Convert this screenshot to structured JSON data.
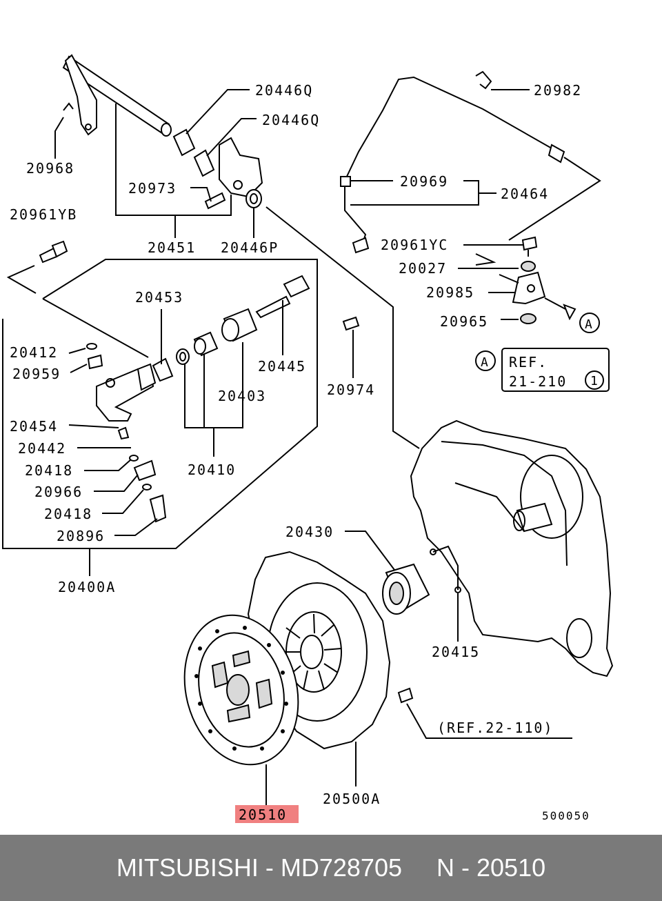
{
  "labels": {
    "p20446q_a": "20446Q",
    "p20446q_b": "20446Q",
    "p20968": "20968",
    "p20973": "20973",
    "p20961yb": "20961YB",
    "p20451": "20451",
    "p20446p": "20446P",
    "p20982": "20982",
    "p20969": "20969",
    "p20464": "20464",
    "p20961yc": "20961YC",
    "p20027": "20027",
    "p20985": "20985",
    "p20965": "20965",
    "callout_a": "A",
    "callout_a_ref": "A",
    "ref_box_line1": "REF.",
    "ref_box_line2": "21-210",
    "ref_box_num": "1",
    "p20453": "20453",
    "p20412": "20412",
    "p20959": "20959",
    "p20445": "20445",
    "p20974": "20974",
    "p20403": "20403",
    "p20454": "20454",
    "p20442": "20442",
    "p20418_a": "20418",
    "p20410": "20410",
    "p20966": "20966",
    "p20418_b": "20418",
    "p20896": "20896",
    "p20400a": "20400A",
    "p20430": "20430",
    "p20415": "20415",
    "ref_22_110": "(REF.22-110)",
    "p20500a": "20500A",
    "p20510": "20510",
    "diagram_code": "500050"
  },
  "highlight_color": "#f08080",
  "footer": {
    "text": "MITSUBISHI - MD728705     N - 20510",
    "background": "#7a7a7a"
  }
}
